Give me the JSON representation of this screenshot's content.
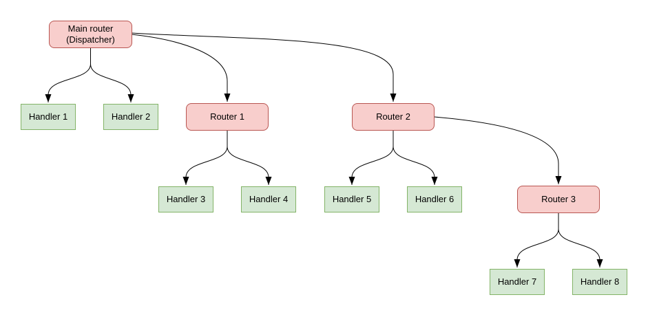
{
  "diagram": {
    "nodes": [
      {
        "id": "main-router",
        "label": "Main router",
        "sublabel": "(Dispatcher)",
        "type": "router"
      },
      {
        "id": "handler-1",
        "label": "Handler 1",
        "type": "handler"
      },
      {
        "id": "handler-2",
        "label": "Handler 2",
        "type": "handler"
      },
      {
        "id": "router-1",
        "label": "Router 1",
        "type": "router"
      },
      {
        "id": "router-2",
        "label": "Router 2",
        "type": "router"
      },
      {
        "id": "handler-3",
        "label": "Handler 3",
        "type": "handler"
      },
      {
        "id": "handler-4",
        "label": "Handler 4",
        "type": "handler"
      },
      {
        "id": "handler-5",
        "label": "Handler 5",
        "type": "handler"
      },
      {
        "id": "handler-6",
        "label": "Handler 6",
        "type": "handler"
      },
      {
        "id": "router-3",
        "label": "Router 3",
        "type": "router"
      },
      {
        "id": "handler-7",
        "label": "Handler 7",
        "type": "handler"
      },
      {
        "id": "handler-8",
        "label": "Handler 8",
        "type": "handler"
      }
    ],
    "edges": [
      {
        "from": "main-router",
        "to": "handler-1"
      },
      {
        "from": "main-router",
        "to": "handler-2"
      },
      {
        "from": "main-router",
        "to": "router-1"
      },
      {
        "from": "main-router",
        "to": "router-2"
      },
      {
        "from": "router-1",
        "to": "handler-3"
      },
      {
        "from": "router-1",
        "to": "handler-4"
      },
      {
        "from": "router-2",
        "to": "handler-5"
      },
      {
        "from": "router-2",
        "to": "handler-6"
      },
      {
        "from": "router-2",
        "to": "router-3"
      },
      {
        "from": "router-3",
        "to": "handler-7"
      },
      {
        "from": "router-3",
        "to": "handler-8"
      }
    ],
    "colors": {
      "router_fill": "#f8cecc",
      "router_stroke": "#b85450",
      "handler_fill": "#d5e8d4",
      "handler_stroke": "#82b366",
      "edge": "#000000",
      "background": "#ffffff"
    }
  }
}
